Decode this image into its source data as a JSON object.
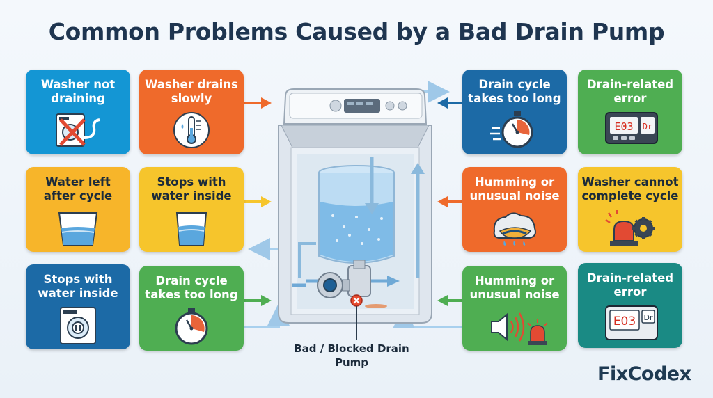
{
  "title": "Common Problems Caused by a Bad Drain Pump",
  "cards": [
    {
      "id": "c1",
      "label": "Washer not draining",
      "icon": "blocked-washer-icon",
      "color": "#1496d4"
    },
    {
      "id": "c2",
      "label": "Washer drains slowly",
      "icon": "thermometer-icon",
      "color": "#ef6a2b"
    },
    {
      "id": "c3",
      "label": "Water left after cycle",
      "icon": "water-glass-icon",
      "color": "#f7b52a"
    },
    {
      "id": "c4",
      "label": "Stops with water inside",
      "icon": "water-glass-icon",
      "color": "#f6c52c"
    },
    {
      "id": "c5",
      "label": "Stops with water inside",
      "icon": "front-load-washer-icon",
      "color": "#1c6aa6"
    },
    {
      "id": "c6",
      "label": "Drain cycle takes too long",
      "icon": "stopwatch-icon",
      "color": "#4fae52"
    },
    {
      "id": "c7",
      "label": "Drain cycle takes too long",
      "icon": "stopwatch-icon",
      "color": "#1c6aa6"
    },
    {
      "id": "c8",
      "label": "Drain-related error",
      "icon": "error-display-icon",
      "color": "#4fae52",
      "display": [
        "E03",
        "Dr"
      ]
    },
    {
      "id": "c9",
      "label": "Humming or unusual noise",
      "icon": "overheating-motor-icon",
      "color": "#ef6a2b"
    },
    {
      "id": "c10",
      "label": "Washer cannot complete cycle",
      "icon": "alarm-gear-icon",
      "color": "#f6c52c"
    },
    {
      "id": "c11",
      "label": "Humming or unusual noise",
      "icon": "speaker-alarm-icon",
      "color": "#4fae52"
    },
    {
      "id": "c12",
      "label": "Drain-related error",
      "icon": "error-display-icon",
      "color": "#1a8a84",
      "display": [
        "E03",
        "Dr"
      ]
    }
  ],
  "pump_label": "Bad / Blocked Drain Pump",
  "brand": "FixCodex"
}
